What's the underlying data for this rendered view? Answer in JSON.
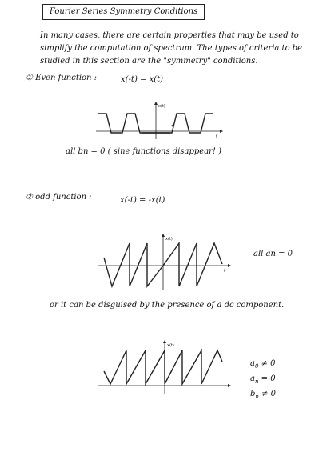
{
  "title": "Fourier Series Symmetry Conditions",
  "intro": "In many cases, there are certain properties that may be used to simplify the computation of spectrum. The types of criteria to be studied in this section are the \"symmetry\" conditions.",
  "sections": [
    {
      "label": "① Even function :",
      "equation": "x(-t) = x(t)",
      "note": "all bn = 0  ( sine functions disappear! )",
      "plot": {
        "y_label": "x(t)",
        "x_label": "t"
      }
    },
    {
      "label": "② odd function :",
      "equation": "x(-t) = -x(t)",
      "note": "all an = 0",
      "plot": {
        "y_label": "x(t)",
        "x_label": "t"
      }
    }
  ],
  "dc_note": "or it can be disguised by the presence of a dc component.",
  "dc_plot": {
    "y_label": "x(t)"
  },
  "coefficients": [
    {
      "sym": "a",
      "sub": "0",
      "rel": "≠ 0"
    },
    {
      "sym": "a",
      "sub": "n",
      "rel": "= 0"
    },
    {
      "sym": "b",
      "sub": "n",
      "rel": "≠ 0"
    }
  ]
}
